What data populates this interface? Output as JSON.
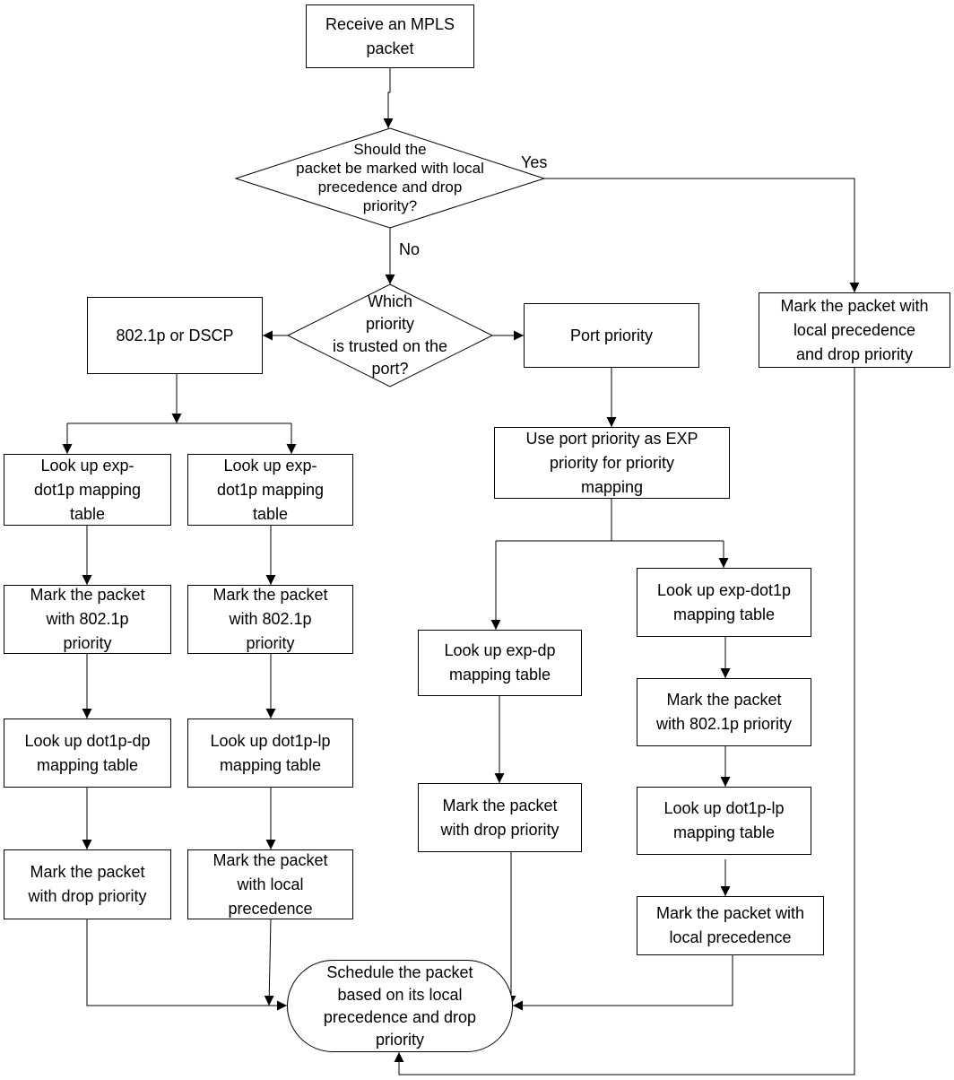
{
  "flowchart": {
    "start": "Receive an MPLS\npacket",
    "decision_mark": "Should the\npacket be marked with local\nprecedence and drop\npriority?",
    "yes_label": "Yes",
    "no_label": "No",
    "decision_trust": "Which\npriority\nis trusted on the\nport?",
    "dot1p_dscp": "802.1p or DSCP",
    "port_priority": "Port priority",
    "mark_local_and_drop": "Mark the packet with\nlocal precedence\nand drop priority",
    "use_port_priority": "Use port priority as EXP\npriority for priority\nmapping",
    "left_col1": {
      "lookup_exp_dot1p": "Look up exp-\ndot1p mapping\ntable",
      "mark_8021p": "Mark the packet\nwith 802.1p\npriority",
      "lookup_dot1p_dp": "Look up dot1p-dp\nmapping table",
      "mark_drop": "Mark the packet\nwith drop priority"
    },
    "left_col2": {
      "lookup_exp_dot1p": "Look up exp-\ndot1p mapping\ntable",
      "mark_8021p": "Mark the packet\nwith 802.1p\npriority",
      "lookup_dot1p_lp": "Look up dot1p-lp\nmapping table",
      "mark_local": "Mark the packet\nwith local\nprecedence"
    },
    "port_col1": {
      "lookup_exp_dp": "Look up exp-dp\nmapping table",
      "mark_drop": "Mark the packet\nwith drop priority"
    },
    "port_col2": {
      "lookup_exp_dot1p": "Look up exp-dot1p\nmapping table",
      "mark_8021p": "Mark the packet\nwith 802.1p priority",
      "lookup_dot1p_lp": "Look up dot1p-lp\nmapping table",
      "mark_local": "Mark the packet with\nlocal precedence"
    },
    "schedule": "Schedule the packet\nbased on its local\nprecedence and drop\npriority"
  }
}
